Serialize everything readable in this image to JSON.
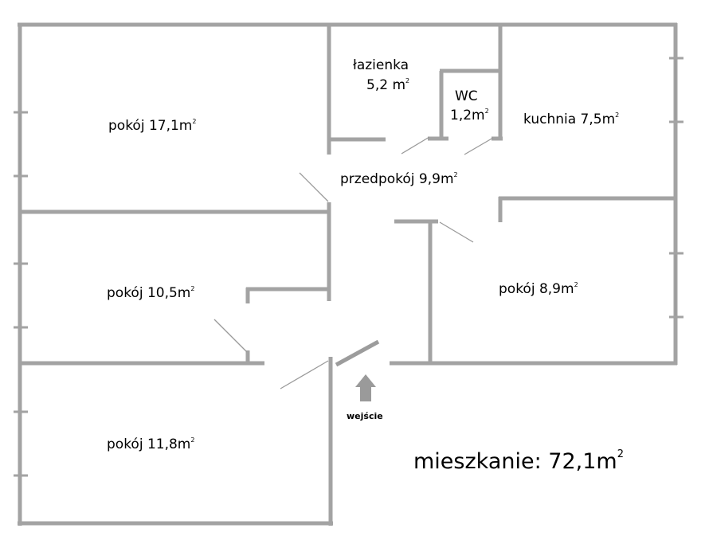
{
  "rooms": {
    "pokoj1": {
      "name": "pokój 17,1m",
      "exp": "2"
    },
    "lazienka": {
      "name": "łazienka",
      "area": "5,2 m",
      "exp": "2"
    },
    "wc": {
      "name": "WC",
      "area": "1,2m",
      "exp": "2"
    },
    "kuchnia": {
      "name": "kuchnia 7,5m",
      "exp": "2"
    },
    "przedpokoj": {
      "name": "przedpokój 9,9m",
      "exp": "2"
    },
    "pokoj2": {
      "name": "pokój 10,5m",
      "exp": "2"
    },
    "pokoj3": {
      "name": "pokój 8,9m",
      "exp": "2"
    },
    "pokoj4": {
      "name": "pokój 11,8m",
      "exp": "2"
    }
  },
  "entrance": {
    "label": "wejście"
  },
  "total": {
    "label": "mieszkanie: 72,1m",
    "exp": "2"
  },
  "colors": {
    "wall": "#a3a3a3",
    "text": "#000000",
    "background": "#ffffff"
  },
  "icons": {
    "entrance": "up-arrow-icon"
  }
}
